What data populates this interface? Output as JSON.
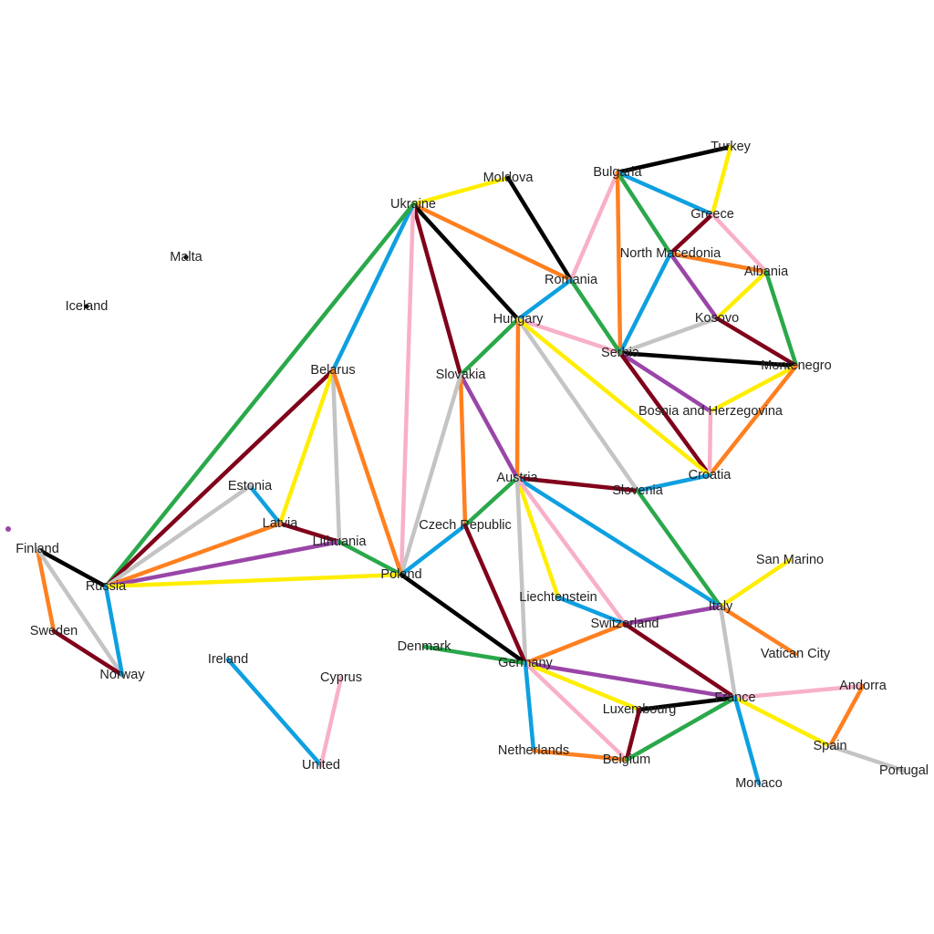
{
  "palette": {
    "black": "#000000",
    "yellow": "#ffee00",
    "green": "#2aa84a",
    "blue": "#0ea0e0",
    "orange": "#ff8020",
    "pink": "#f8b0c8",
    "maroon": "#80001a",
    "gray": "#c4c4c4",
    "purple": "#9a45a8"
  },
  "nodes": [
    {
      "id": "turkey",
      "label": "Turkey"
    },
    {
      "id": "bulgaria",
      "label": "Bulgaria"
    },
    {
      "id": "moldova",
      "label": "Moldova"
    },
    {
      "id": "ukraine",
      "label": "Ukraine"
    },
    {
      "id": "greece",
      "label": "Greece"
    },
    {
      "id": "malta",
      "label": "Malta"
    },
    {
      "id": "north_macedonia",
      "label": "North Macedonia"
    },
    {
      "id": "albania",
      "label": "Albania"
    },
    {
      "id": "romania",
      "label": "Romania"
    },
    {
      "id": "iceland",
      "label": "Iceland"
    },
    {
      "id": "hungary",
      "label": "Hungary"
    },
    {
      "id": "kosovo",
      "label": "Kosovo"
    },
    {
      "id": "serbia",
      "label": "Serbia"
    },
    {
      "id": "montenegro",
      "label": "Montenegro"
    },
    {
      "id": "belarus",
      "label": "Belarus"
    },
    {
      "id": "slovakia",
      "label": "Slovakia"
    },
    {
      "id": "bosnia",
      "label": "Bosnia and Herzegovina"
    },
    {
      "id": "austria",
      "label": "Austria"
    },
    {
      "id": "croatia",
      "label": "Croatia"
    },
    {
      "id": "estonia",
      "label": "Estonia"
    },
    {
      "id": "slovenia",
      "label": "Slovenia"
    },
    {
      "id": "czech",
      "label": "Czech Republic"
    },
    {
      "id": "latvia",
      "label": "Latvia"
    },
    {
      "id": "lithuania",
      "label": "Lithuania"
    },
    {
      "id": "finland",
      "label": "Finland"
    },
    {
      "id": "poland",
      "label": "Poland"
    },
    {
      "id": "san_marino",
      "label": "San Marino"
    },
    {
      "id": "russia",
      "label": "Russia"
    },
    {
      "id": "liechtenstein",
      "label": "Liechtenstein"
    },
    {
      "id": "italy",
      "label": "Italy"
    },
    {
      "id": "switzerland",
      "label": "Switzerland"
    },
    {
      "id": "sweden",
      "label": "Sweden"
    },
    {
      "id": "denmark",
      "label": "Denmark"
    },
    {
      "id": "vatican",
      "label": "Vatican City"
    },
    {
      "id": "ireland",
      "label": "Ireland"
    },
    {
      "id": "germany",
      "label": "Germany"
    },
    {
      "id": "norway",
      "label": "Norway"
    },
    {
      "id": "cyprus",
      "label": "Cyprus"
    },
    {
      "id": "andorra",
      "label": "Andorra"
    },
    {
      "id": "france",
      "label": "France"
    },
    {
      "id": "luxembourg",
      "label": "Luxembourg"
    },
    {
      "id": "spain",
      "label": "Spain"
    },
    {
      "id": "netherlands",
      "label": "Netherlands"
    },
    {
      "id": "belgium",
      "label": "Belgium"
    },
    {
      "id": "portugal",
      "label": "Portugal"
    },
    {
      "id": "united",
      "label": "United"
    },
    {
      "id": "monaco",
      "label": "Monaco"
    }
  ],
  "edges": [
    {
      "from": "bulgaria",
      "to": "turkey",
      "color": "black"
    },
    {
      "from": "turkey",
      "to": "greece",
      "color": "yellow"
    },
    {
      "from": "bulgaria",
      "to": "greece",
      "color": "blue"
    },
    {
      "from": "bulgaria",
      "to": "north_macedonia",
      "color": "green"
    },
    {
      "from": "bulgaria",
      "to": "romania",
      "color": "pink"
    },
    {
      "from": "bulgaria",
      "to": "serbia",
      "color": "orange"
    },
    {
      "from": "greece",
      "to": "north_macedonia",
      "color": "maroon"
    },
    {
      "from": "greece",
      "to": "albania",
      "color": "pink"
    },
    {
      "from": "north_macedonia",
      "to": "albania",
      "color": "orange"
    },
    {
      "from": "north_macedonia",
      "to": "kosovo",
      "color": "purple"
    },
    {
      "from": "north_macedonia",
      "to": "serbia",
      "color": "blue"
    },
    {
      "from": "albania",
      "to": "kosovo",
      "color": "yellow"
    },
    {
      "from": "albania",
      "to": "montenegro",
      "color": "green"
    },
    {
      "from": "kosovo",
      "to": "serbia",
      "color": "gray"
    },
    {
      "from": "kosovo",
      "to": "montenegro",
      "color": "maroon"
    },
    {
      "from": "serbia",
      "to": "montenegro",
      "color": "black"
    },
    {
      "from": "serbia",
      "to": "bosnia",
      "color": "purple"
    },
    {
      "from": "serbia",
      "to": "croatia",
      "color": "maroon"
    },
    {
      "from": "serbia",
      "to": "hungary",
      "color": "pink"
    },
    {
      "from": "serbia",
      "to": "romania",
      "color": "green"
    },
    {
      "from": "montenegro",
      "to": "bosnia",
      "color": "yellow"
    },
    {
      "from": "montenegro",
      "to": "croatia",
      "color": "orange"
    },
    {
      "from": "bosnia",
      "to": "croatia",
      "color": "pink"
    },
    {
      "from": "moldova",
      "to": "ukraine",
      "color": "yellow"
    },
    {
      "from": "moldova",
      "to": "romania",
      "color": "black"
    },
    {
      "from": "ukraine",
      "to": "romania",
      "color": "orange"
    },
    {
      "from": "ukraine",
      "to": "hungary",
      "color": "black"
    },
    {
      "from": "ukraine",
      "to": "slovakia",
      "color": "maroon"
    },
    {
      "from": "ukraine",
      "to": "poland",
      "color": "pink"
    },
    {
      "from": "ukraine",
      "to": "belarus",
      "color": "blue"
    },
    {
      "from": "ukraine",
      "to": "russia",
      "color": "green"
    },
    {
      "from": "romania",
      "to": "hungary",
      "color": "blue"
    },
    {
      "from": "hungary",
      "to": "slovakia",
      "color": "green"
    },
    {
      "from": "hungary",
      "to": "austria",
      "color": "orange"
    },
    {
      "from": "hungary",
      "to": "slovenia",
      "color": "gray"
    },
    {
      "from": "hungary",
      "to": "croatia",
      "color": "yellow"
    },
    {
      "from": "slovakia",
      "to": "austria",
      "color": "purple"
    },
    {
      "from": "slovakia",
      "to": "czech",
      "color": "orange"
    },
    {
      "from": "slovakia",
      "to": "poland",
      "color": "gray"
    },
    {
      "from": "austria",
      "to": "slovenia",
      "color": "maroon"
    },
    {
      "from": "slovenia",
      "to": "croatia",
      "color": "blue"
    },
    {
      "from": "slovenia",
      "to": "italy",
      "color": "green"
    },
    {
      "from": "austria",
      "to": "czech",
      "color": "green"
    },
    {
      "from": "austria",
      "to": "italy",
      "color": "blue"
    },
    {
      "from": "austria",
      "to": "liechtenstein",
      "color": "yellow"
    },
    {
      "from": "austria",
      "to": "switzerland",
      "color": "pink"
    },
    {
      "from": "austria",
      "to": "germany",
      "color": "gray"
    },
    {
      "from": "czech",
      "to": "poland",
      "color": "blue"
    },
    {
      "from": "czech",
      "to": "germany",
      "color": "maroon"
    },
    {
      "from": "belarus",
      "to": "russia",
      "color": "maroon"
    },
    {
      "from": "belarus",
      "to": "latvia",
      "color": "yellow"
    },
    {
      "from": "belarus",
      "to": "lithuania",
      "color": "gray"
    },
    {
      "from": "belarus",
      "to": "poland",
      "color": "orange"
    },
    {
      "from": "estonia",
      "to": "latvia",
      "color": "blue"
    },
    {
      "from": "estonia",
      "to": "russia",
      "color": "gray"
    },
    {
      "from": "latvia",
      "to": "lithuania",
      "color": "maroon"
    },
    {
      "from": "latvia",
      "to": "russia",
      "color": "orange"
    },
    {
      "from": "lithuania",
      "to": "russia",
      "color": "purple"
    },
    {
      "from": "lithuania",
      "to": "poland",
      "color": "green"
    },
    {
      "from": "poland",
      "to": "russia",
      "color": "yellow"
    },
    {
      "from": "poland",
      "to": "germany",
      "color": "black"
    },
    {
      "from": "finland",
      "to": "russia",
      "color": "black"
    },
    {
      "from": "finland",
      "to": "sweden",
      "color": "orange"
    },
    {
      "from": "finland",
      "to": "norway",
      "color": "gray"
    },
    {
      "from": "sweden",
      "to": "norway",
      "color": "maroon"
    },
    {
      "from": "russia",
      "to": "norway",
      "color": "blue"
    },
    {
      "from": "liechtenstein",
      "to": "switzerland",
      "color": "blue"
    },
    {
      "from": "switzerland",
      "to": "italy",
      "color": "purple"
    },
    {
      "from": "switzerland",
      "to": "germany",
      "color": "orange"
    },
    {
      "from": "switzerland",
      "to": "france",
      "color": "maroon"
    },
    {
      "from": "italy",
      "to": "san_marino",
      "color": "yellow"
    },
    {
      "from": "italy",
      "to": "vatican",
      "color": "orange"
    },
    {
      "from": "italy",
      "to": "france",
      "color": "gray"
    },
    {
      "from": "denmark",
      "to": "germany",
      "color": "green"
    },
    {
      "from": "germany",
      "to": "france",
      "color": "purple"
    },
    {
      "from": "germany",
      "to": "luxembourg",
      "color": "yellow"
    },
    {
      "from": "germany",
      "to": "belgium",
      "color": "pink"
    },
    {
      "from": "germany",
      "to": "netherlands",
      "color": "blue"
    },
    {
      "from": "netherlands",
      "to": "belgium",
      "color": "orange"
    },
    {
      "from": "luxembourg",
      "to": "france",
      "color": "black"
    },
    {
      "from": "luxembourg",
      "to": "belgium",
      "color": "maroon"
    },
    {
      "from": "belgium",
      "to": "france",
      "color": "green"
    },
    {
      "from": "france",
      "to": "andorra",
      "color": "pink"
    },
    {
      "from": "france",
      "to": "spain",
      "color": "yellow"
    },
    {
      "from": "france",
      "to": "monaco",
      "color": "blue"
    },
    {
      "from": "andorra",
      "to": "spain",
      "color": "orange"
    },
    {
      "from": "spain",
      "to": "portugal",
      "color": "gray"
    },
    {
      "from": "ireland",
      "to": "united",
      "color": "blue"
    },
    {
      "from": "cyprus",
      "to": "united",
      "color": "pink"
    }
  ]
}
